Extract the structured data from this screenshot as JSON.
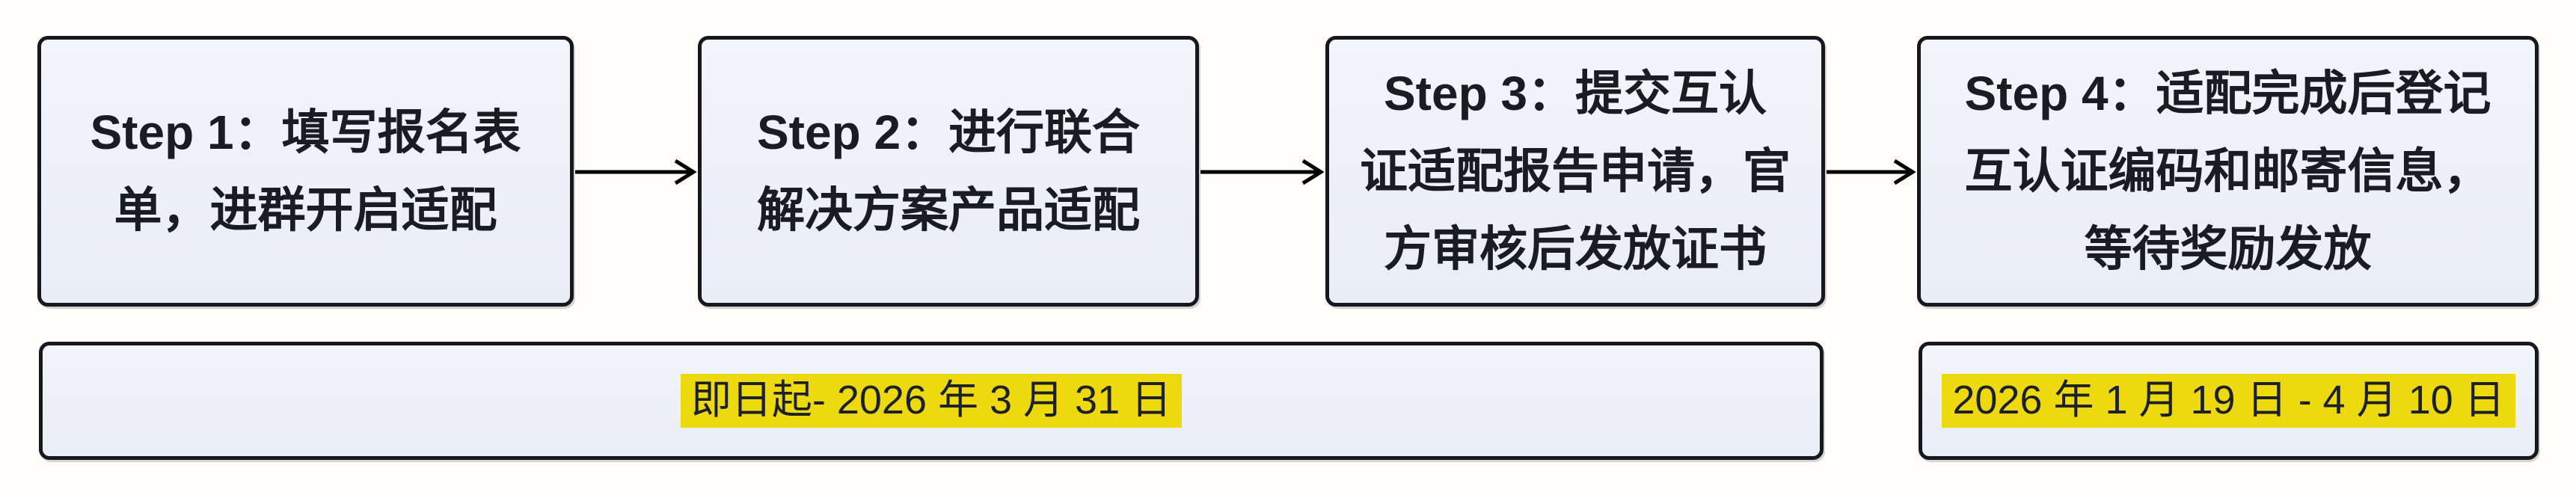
{
  "diagram": {
    "title": "certification-adaptation-process-flow",
    "steps": [
      {
        "id": 1,
        "lines": [
          "Step 1：填写报名表",
          "单，进群开启适配"
        ]
      },
      {
        "id": 2,
        "lines": [
          "Step 2：进行联合",
          "解决方案产品适配"
        ]
      },
      {
        "id": 3,
        "lines": [
          "Step 3：提交互认",
          "证适配报告申请，官",
          "方审核后发放证书"
        ]
      },
      {
        "id": 4,
        "lines": [
          "Step 4：适配完成后登记",
          "互认证编码和邮寄信息，",
          "等待奖励发放"
        ]
      }
    ],
    "timelines": [
      {
        "applies_to": "steps 1-3",
        "date": "即日起- 2026 年 3 月 31 日"
      },
      {
        "applies_to": "step 4",
        "date": "2026 年 1 月 19 日 - 4 月 10 日"
      }
    ],
    "colors": {
      "box_fill": "#edf0f8",
      "box_border": "#16181d",
      "text": "#191c23",
      "date_highlight": "#eed90f",
      "page_background": "#fffefa",
      "arrow": "#000000"
    }
  }
}
